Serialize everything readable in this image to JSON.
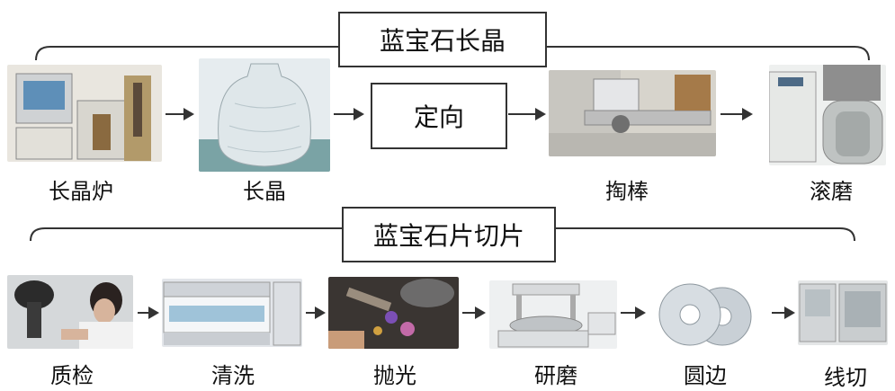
{
  "top_group": {
    "title": "蓝宝石长晶",
    "orientation_box": "定向",
    "steps": [
      {
        "label": "长晶炉",
        "icon": "crystal-furnace-photo"
      },
      {
        "label": "长晶",
        "icon": "sapphire-boule-photo"
      },
      {
        "label": "掏棒",
        "icon": "core-drilling-machine-photo"
      },
      {
        "label": "滚磨",
        "icon": "barrel-grinding-machine-photo"
      }
    ]
  },
  "bottom_group": {
    "title": "蓝宝石片切片",
    "steps": [
      {
        "label": "质检",
        "icon": "quality-inspection-photo"
      },
      {
        "label": "清洗",
        "icon": "cleaning-machine-photo"
      },
      {
        "label": "抛光",
        "icon": "polishing-photo"
      },
      {
        "label": "研磨",
        "icon": "lapping-machine-photo"
      },
      {
        "label": "圆边",
        "icon": "edge-rounding-wheels-photo"
      },
      {
        "label": "线切",
        "icon": "wire-saw-photo"
      }
    ]
  }
}
